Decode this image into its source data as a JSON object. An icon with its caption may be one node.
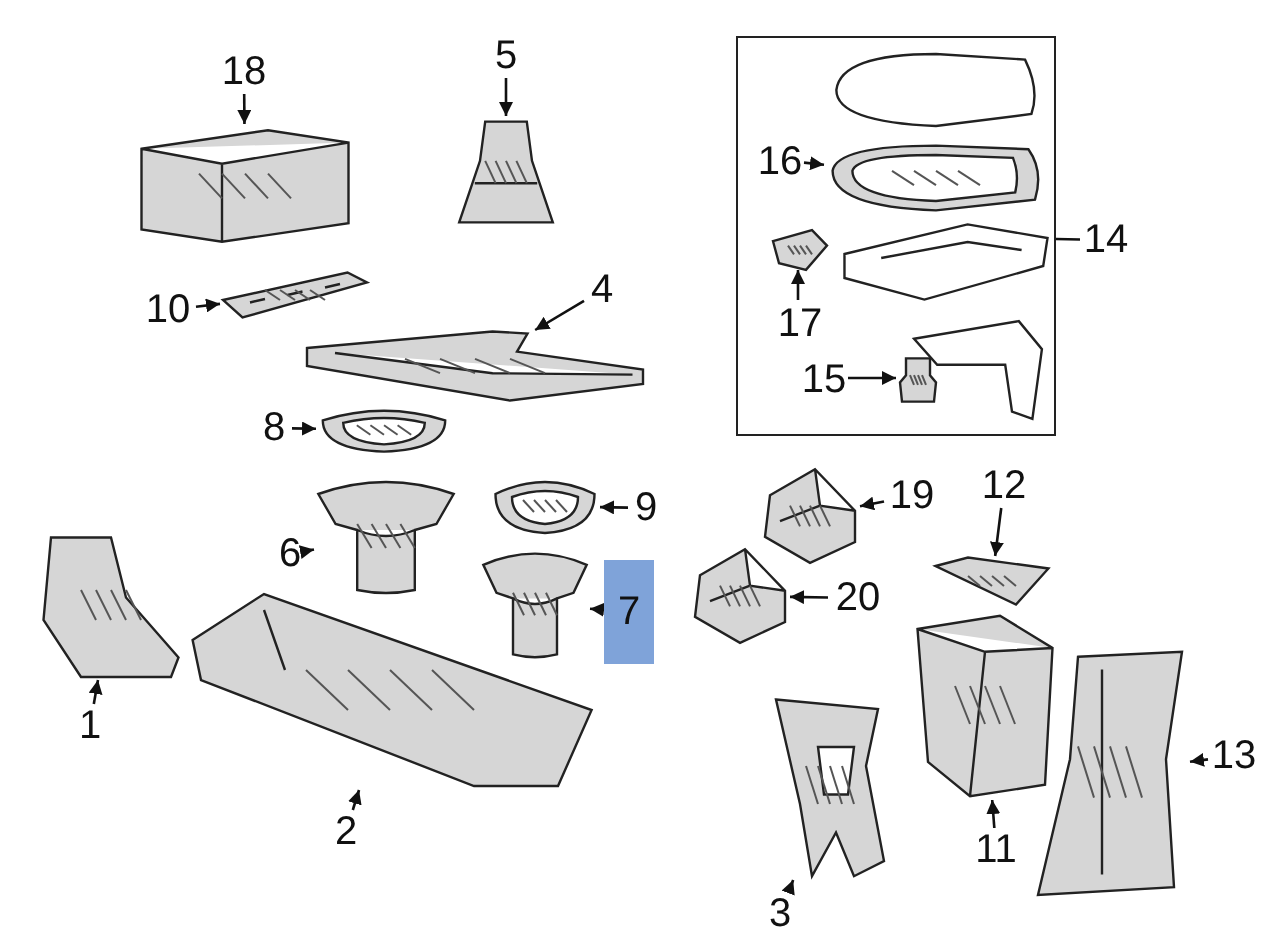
{
  "diagram": {
    "nodes": [
      {
        "text": [],
        "shape": "box"
      },
      {
        "text": [
          "14"
        ]
      },
      {
        "text": [
          "16"
        ],
        "in": 0
      },
      {
        "text": [],
        "shape": "picture",
        "in": 0
      },
      {
        "text": [
          "17"
        ],
        "in": 0
      },
      {
        "text": [],
        "shape": "picture",
        "in": 0
      },
      {
        "text": [
          "15"
        ],
        "in": 0
      },
      {
        "text": [],
        "shape": "picture",
        "in": 0
      },
      {
        "text": [
          "18"
        ]
      },
      {
        "text": [],
        "shape": "picture"
      },
      {
        "text": [
          "5"
        ]
      },
      {
        "text": [],
        "shape": "picture"
      },
      {
        "text": [
          "10"
        ]
      },
      {
        "text": [],
        "shape": "picture"
      },
      {
        "text": [
          "4"
        ]
      },
      {
        "text": [],
        "shape": "picture"
      },
      {
        "text": [
          "8"
        ]
      },
      {
        "text": [],
        "shape": "picture"
      },
      {
        "text": [
          "9"
        ]
      },
      {
        "text": [],
        "shape": "picture"
      },
      {
        "text": [
          "19"
        ]
      },
      {
        "text": [],
        "shape": "picture"
      },
      {
        "text": [
          "12"
        ]
      },
      {
        "text": [],
        "shape": "picture"
      },
      {
        "text": [
          "6"
        ]
      },
      {
        "text": [],
        "shape": "picture"
      },
      {
        "text": [
          "7"
        ]
      },
      {
        "text": [],
        "shape": "picture"
      },
      {
        "text": [
          "20"
        ]
      },
      {
        "text": [],
        "shape": "picture"
      },
      {
        "text": [
          "1"
        ]
      },
      {
        "text": [],
        "shape": "picture"
      },
      {
        "text": [
          "13"
        ]
      },
      {
        "text": [],
        "shape": "picture"
      },
      {
        "text": [
          "2"
        ]
      },
      {
        "text": [],
        "shape": "picture"
      },
      {
        "text": [
          "3"
        ]
      },
      {
        "text": [],
        "shape": "picture"
      },
      {
        "text": [
          "11"
        ]
      },
      {
        "text": [],
        "shape": "picture"
      }
    ],
    "edges": [
      {
        "from": 1,
        "to": 0,
        "arrow": "none"
      },
      {
        "from": 2,
        "to": 3,
        "arrow": "to"
      },
      {
        "from": 4,
        "to": 5,
        "arrow": "to"
      },
      {
        "from": 6,
        "to": 7,
        "arrow": "to"
      },
      {
        "from": 8,
        "to": 9,
        "arrow": "to"
      },
      {
        "from": 10,
        "to": 11,
        "arrow": "to"
      },
      {
        "from": 12,
        "to": 13,
        "arrow": "to"
      },
      {
        "from": 14,
        "to": 15,
        "arrow": "to"
      },
      {
        "from": 16,
        "to": 17,
        "arrow": "to"
      },
      {
        "from": 18,
        "to": 19,
        "arrow": "to"
      },
      {
        "from": 20,
        "to": 21,
        "arrow": "to"
      },
      {
        "from": 22,
        "to": 23,
        "arrow": "to"
      },
      {
        "from": 24,
        "to": 25,
        "arrow": "to"
      },
      {
        "from": 26,
        "to": 27,
        "arrow": "to"
      },
      {
        "from": 28,
        "to": 29,
        "arrow": "to"
      },
      {
        "from": 30,
        "to": 31,
        "arrow": "to"
      },
      {
        "from": 32,
        "to": 33,
        "arrow": "to"
      },
      {
        "from": 34,
        "to": 35,
        "arrow": "to"
      },
      {
        "from": 36,
        "to": 37,
        "arrow": "to"
      },
      {
        "from": 38,
        "to": 39,
        "arrow": "to"
      }
    ]
  }
}
